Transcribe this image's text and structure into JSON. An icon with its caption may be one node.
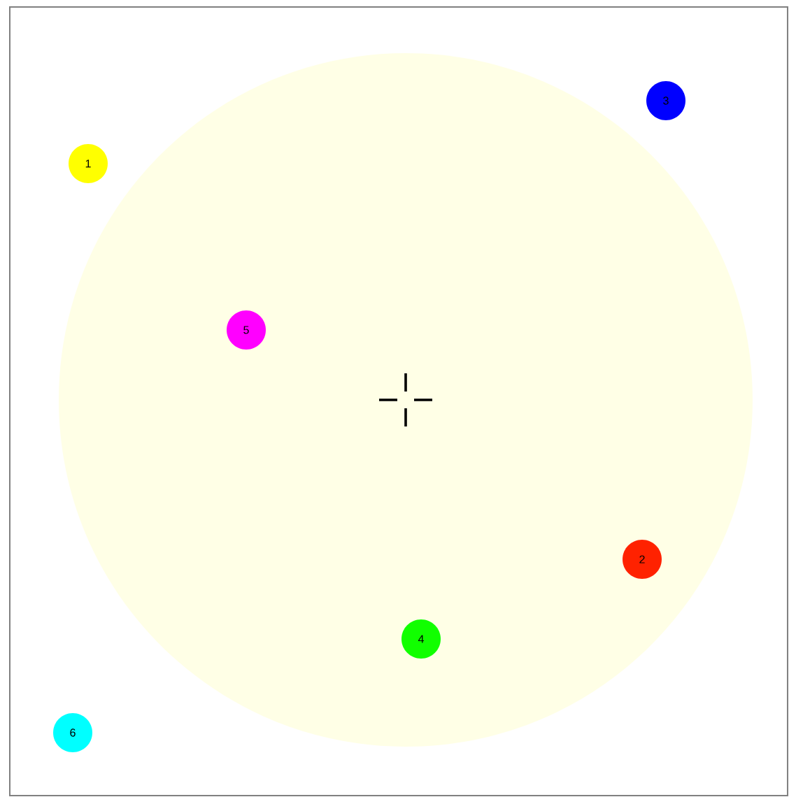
{
  "diagram": {
    "nodes": [
      {
        "text": [
          "3"
        ]
      },
      {
        "text": [
          "1"
        ]
      },
      {
        "text": [
          "5"
        ]
      },
      {
        "text": [
          "2"
        ]
      },
      {
        "text": [
          "4"
        ]
      },
      {
        "text": [
          "6"
        ]
      }
    ]
  }
}
